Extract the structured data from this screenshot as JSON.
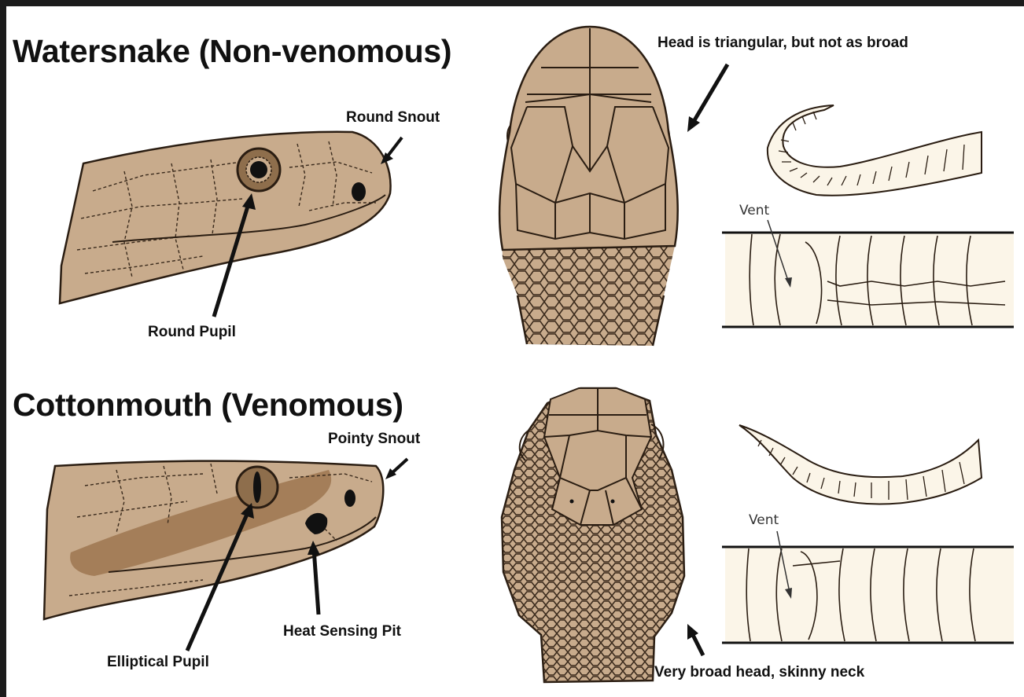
{
  "colors": {
    "background": "#1b1b1b",
    "paper": "#ffffff",
    "head_fill": "#c8ab8c",
    "head_outline": "#2a1d12",
    "cottonmouth_band": "#9e7650",
    "tail_fill": "#fbf5e8"
  },
  "watersnake": {
    "title": "Watersnake (Non-venomous)",
    "snout_label": "Round Snout",
    "pupil_label": "Round Pupil",
    "head_label": "Head is triangular, but not as broad",
    "vent_label": "Vent"
  },
  "cottonmouth": {
    "title": "Cottonmouth (Venomous)",
    "snout_label": "Pointy Snout",
    "pupil_label": "Elliptical Pupil",
    "pit_label": "Heat Sensing Pit",
    "head_label": "Very broad head, skinny neck",
    "vent_label": "Vent"
  }
}
